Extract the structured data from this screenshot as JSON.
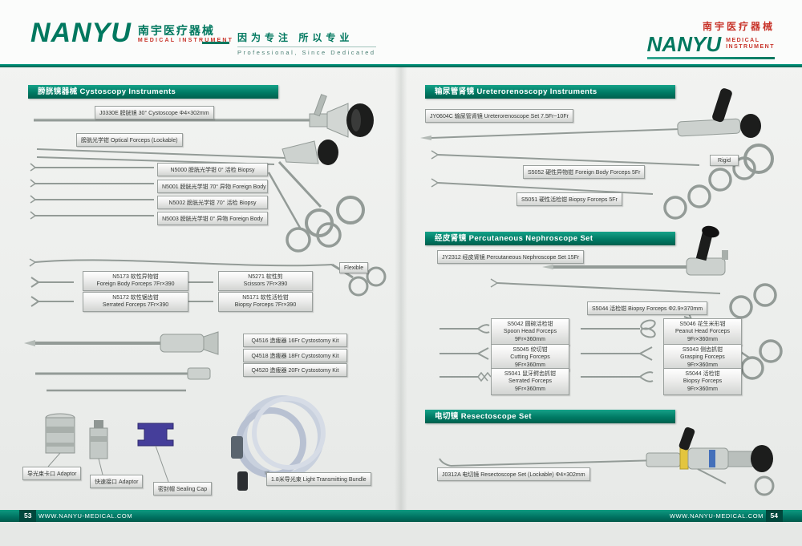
{
  "header": {
    "brand": "NANYU",
    "brand_cn": "南宇医疗器械",
    "brand_sub": "MEDICAL  INSTRUMENT",
    "tagline_cn": "因为专注 所以专业",
    "tagline_en": "Professional, Since Dedicated",
    "right": {
      "brand_cn": "南宇医疗器械",
      "brand": "NANYU",
      "sub1": "MEDICAL",
      "sub2": "INSTRUMENT"
    }
  },
  "cysto": {
    "title": "膀胱镜器械  Cystoscopy Instruments",
    "scope": "J0330E 膀胱镜 30°  Cystoscope  Φ4×302mm",
    "optical": "膀胱光学钳 Optical Forceps (Lockable)",
    "n5000": "N5000 膀胱光学钳  0°  活检 Biopsy",
    "n5001": "N5001 膀胱光学钳 70°  异物 Foreign Body",
    "n5002": "N5002 膀胱光学钳 70°  活检 Biopsy",
    "n5003": "N5003 膀胱光学钳  0°  异物 Foreign Body",
    "flexible": "Flexible",
    "n5173": [
      "N5173 软性异物钳",
      "Foreign Body Forceps 7Fr×390"
    ],
    "n5271": [
      "N5271 软性剪",
      "Scissors 7Fr×390"
    ],
    "n5172": [
      "N5172 软性锯齿钳",
      "Serrated Forceps 7Fr×390"
    ],
    "n5171": [
      "N5171 软性活检钳",
      "Biopsy Forceps 7Fr×390"
    ],
    "q4516": "Q4516 造瘘器 16Fr Cystostomy Kit",
    "q4518": "Q4518 造瘘器 18Fr Cystostomy Kit",
    "q4520": "Q4520 造瘘器 20Fr Cystostomy Kit",
    "adaptor1": "导光束卡口 Adaptor",
    "adaptor2": "快速接口 Adaptor",
    "sealing": "密封帽 Sealing Cap",
    "bundle": "1.8米导光束  Light Transmitting Bundle"
  },
  "uretero": {
    "title": "输尿管肾镜 Ureterorenoscopy Instruments",
    "set": "JY0604C 输尿管肾镜 Ureterorenoscope Set 7.5Fr~10Fr",
    "rigid": "Rigid",
    "s5052": "S5052 硬性异物钳 Foreign Body Forceps 5Fr",
    "s5051": "S5051 硬性活检钳 Biopsy Forceps 5Fr"
  },
  "nephro": {
    "title": "经皮肾镜 Percutaneous Nephroscope Set",
    "set": "JY2312 经皮肾镜 Percutaneous Nephroscope Set 15Fr",
    "s5044_main": "S5044 活检钳 Biopsy Forceps  Φ2.9×370mm",
    "s5042": [
      "S5042 圆碗活检钳",
      "Spoon Head Forceps",
      "9Fr×360mm"
    ],
    "s5046": [
      "S5046 花生米形钳",
      "Peanut Head Forceps",
      "9Fr×360mm"
    ],
    "s5045": [
      "S5045 绞切钳",
      "Cutting Forceps",
      "9Fr×360mm"
    ],
    "s5043": [
      "S5043 侧齿抓钳",
      "Grasping Forceps",
      "9Fr×360mm"
    ],
    "s5041": [
      "S5041 鼠牙鳄齿抓钳",
      "Serrated Forceps",
      "9Fr×360mm"
    ],
    "s5044b": [
      "S5044 活检钳",
      "Biopsy Forceps",
      "9Fr×360mm"
    ]
  },
  "resecto": {
    "title": "电切镜  Resectoscope Set",
    "set": "J0312A 电切镜 Resectoscope Set (Lockable)  Φ4×302mm"
  },
  "footer": {
    "left_page": "53",
    "right_page": "54",
    "site": "WWW.NANYU-MEDICAL.COM"
  },
  "colors": {
    "teal": "#007a64",
    "red": "#c8342a",
    "label_border": "#9aa09d"
  }
}
